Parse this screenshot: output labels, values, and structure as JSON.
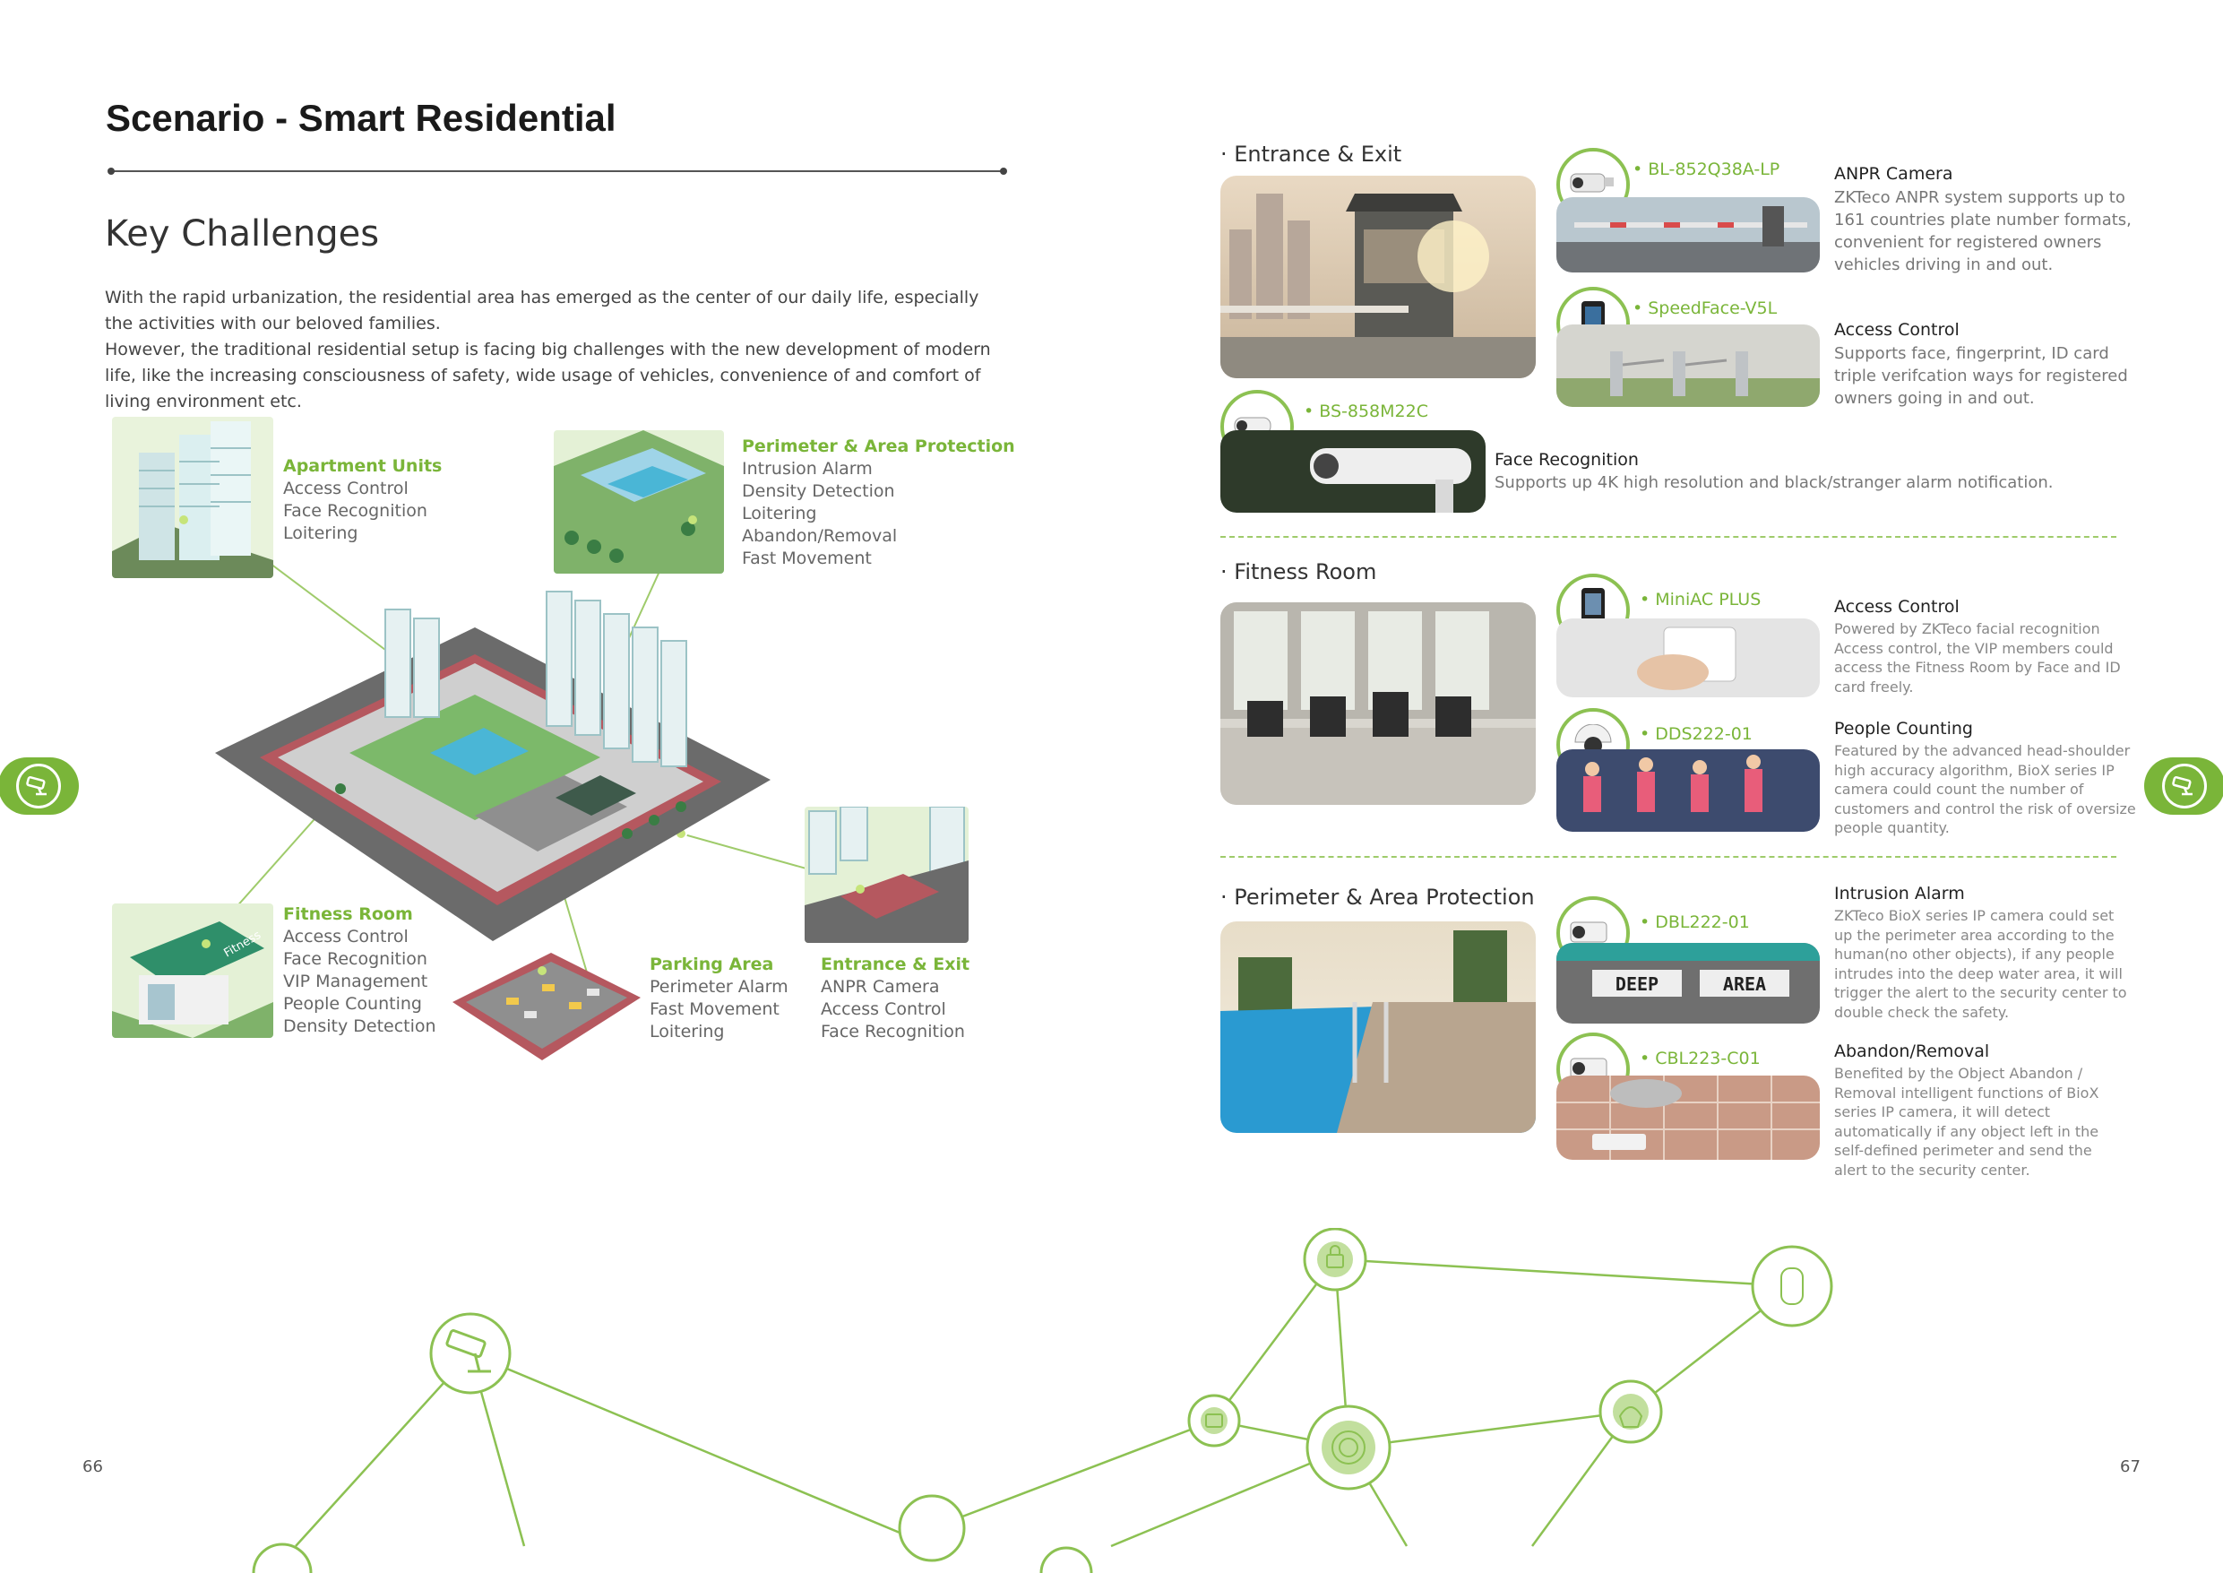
{
  "left_page": {
    "title": "Scenario - Smart Residential",
    "key_heading": "Key Challenges",
    "intro": [
      "With the rapid urbanization, the residential area has emerged as the center of our daily life, especially the activities with our beloved families.",
      "However, the traditional residential setup is facing big challenges with the new development of modern life, like the increasing consciousness of safety, wide usage of vehicles, convenience of and comfort of living environment etc."
    ],
    "zones": {
      "apartment": {
        "title": "Apartment Units",
        "items": [
          "Access Control",
          "Face Recognition",
          "Loitering"
        ]
      },
      "perimeter": {
        "title": "Perimeter & Area Protection",
        "items": [
          "Intrusion Alarm",
          "Density Detection",
          "Loitering",
          "Abandon/Removal",
          "Fast Movement"
        ]
      },
      "fitness": {
        "title": "Fitness Room",
        "items": [
          "Access Control",
          "Face Recognition",
          "VIP Management",
          "People Counting",
          "Density Detection"
        ]
      },
      "parking": {
        "title": "Parking Area",
        "items": [
          "Perimeter Alarm",
          "Fast Movement",
          "Loitering"
        ]
      },
      "entrance": {
        "title": "Entrance & Exit",
        "items": [
          "ANPR Camera",
          "Access Control",
          "Face Recognition"
        ]
      }
    },
    "fitness_sign": "Fitness",
    "page_number": "66"
  },
  "right_page": {
    "entrance": {
      "section": "· Entrance & Exit",
      "products": [
        {
          "name": "• BL-852Q38A-LP",
          "title": "ANPR Camera",
          "desc": [
            "ZKTeco ANPR system supports up to",
            "161 countries plate number formats,",
            "convenient for registered owners",
            "vehicles driving in and out."
          ]
        },
        {
          "name": "• SpeedFace-V5L",
          "title": "Access Control",
          "desc": [
            "Supports face, fingerprint, ID card",
            "triple verifcation ways for registered",
            "owners going in and out."
          ]
        },
        {
          "name": "• BS-858M22C",
          "title": "Face Recognition",
          "desc": [
            "Supports up 4K high resolution and black/stranger alarm notification."
          ]
        }
      ]
    },
    "fitness": {
      "section": "· Fitness Room",
      "products": [
        {
          "name": "• MiniAC PLUS",
          "title": "Access Control",
          "desc": [
            "Powered by ZKTeco facial recognition",
            "Access control, the VIP members could",
            "access the Fitness Room by Face and ID",
            "card freely."
          ]
        },
        {
          "name": "• DDS222-01",
          "title": "People Counting",
          "desc": [
            "Featured by the advanced head-shoulder",
            "high accuracy algorithm, BioX series IP",
            "camera could count the number of",
            "customers and control the risk of oversize",
            "people quantity."
          ]
        }
      ]
    },
    "perimeter": {
      "section": "· Perimeter & Area Protection",
      "products": [
        {
          "name": "• DBL222-01",
          "title": "Intrusion Alarm",
          "desc": [
            "ZKTeco BioX series IP camera could set",
            "up the perimeter area according to the",
            "human(no other objects), if any people",
            "intrudes into the deep water area, it will",
            "trigger the alert to the security center to",
            "double check the safety."
          ]
        },
        {
          "name": "• CBL223-C01",
          "title": "Abandon/Removal",
          "desc": [
            "Benefited by the Object Abandon /",
            "Removal intelligent functions of BioX",
            "series IP camera, it will detect",
            "automatically if any object left in the",
            "self-defined perimeter and send the",
            "alert to the security center."
          ]
        }
      ]
    },
    "pool_sign": [
      "DEEP",
      "AREA"
    ],
    "page_number": "67"
  },
  "colors": {
    "accent_green": "#7ab539",
    "network_green": "#8cc152",
    "title_dark": "#1a1a1a",
    "text_gray": "#666666"
  },
  "icons": [
    "camera-icon",
    "lock-icon",
    "fingerprint-icon",
    "hand-icon",
    "tower-icon",
    "router-icon",
    "badge-icon"
  ]
}
